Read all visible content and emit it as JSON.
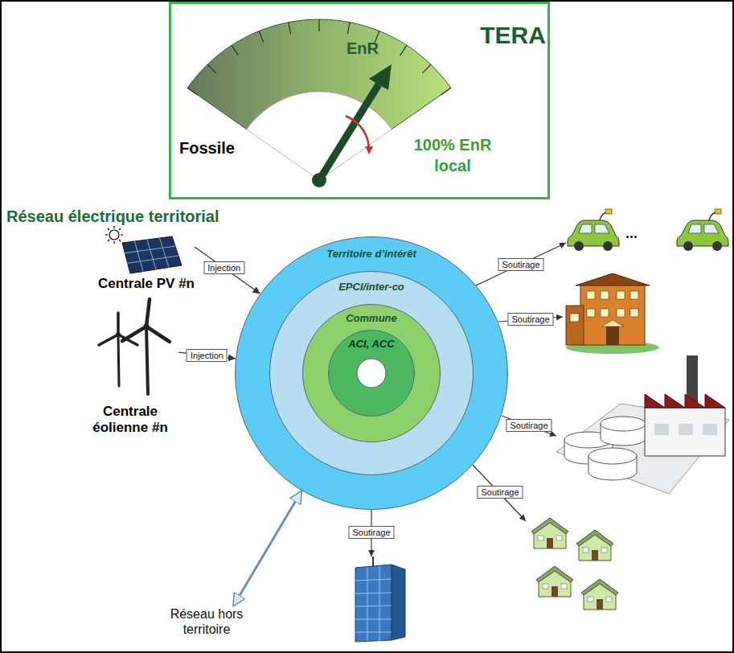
{
  "diagram": {
    "title": "Réseau électrique territorial",
    "nodes": [
      {
        "text": [
          "TERA",
          "EnR",
          "Fossile",
          "100% EnR local"
        ]
      },
      {
        "text": [
          "Territoire d’intérêt"
        ]
      },
      {
        "text": [
          "EPCI/inter-co"
        ],
        "in": 1
      },
      {
        "text": [
          "Commune"
        ],
        "in": 2
      },
      {
        "text": [
          "ACI, ACC"
        ],
        "in": 3
      },
      {
        "text": [
          "Centrale PV #n"
        ]
      },
      {
        "text": [
          "Centrale éolienne #n"
        ]
      },
      {
        "text": [
          "Réseau hors territoire"
        ]
      }
    ],
    "edges": [
      {
        "from": 5,
        "to": 1,
        "label": "Injection",
        "arrow": "to"
      },
      {
        "from": 6,
        "to": 1,
        "label": "Injection",
        "arrow": "to"
      },
      {
        "from": 7,
        "to": 1,
        "arrow": "both"
      }
    ],
    "labels": [
      "Soutirage",
      "...",
      "Soutirage",
      "Soutirage",
      "Soutirage",
      "Soutirage"
    ]
  }
}
